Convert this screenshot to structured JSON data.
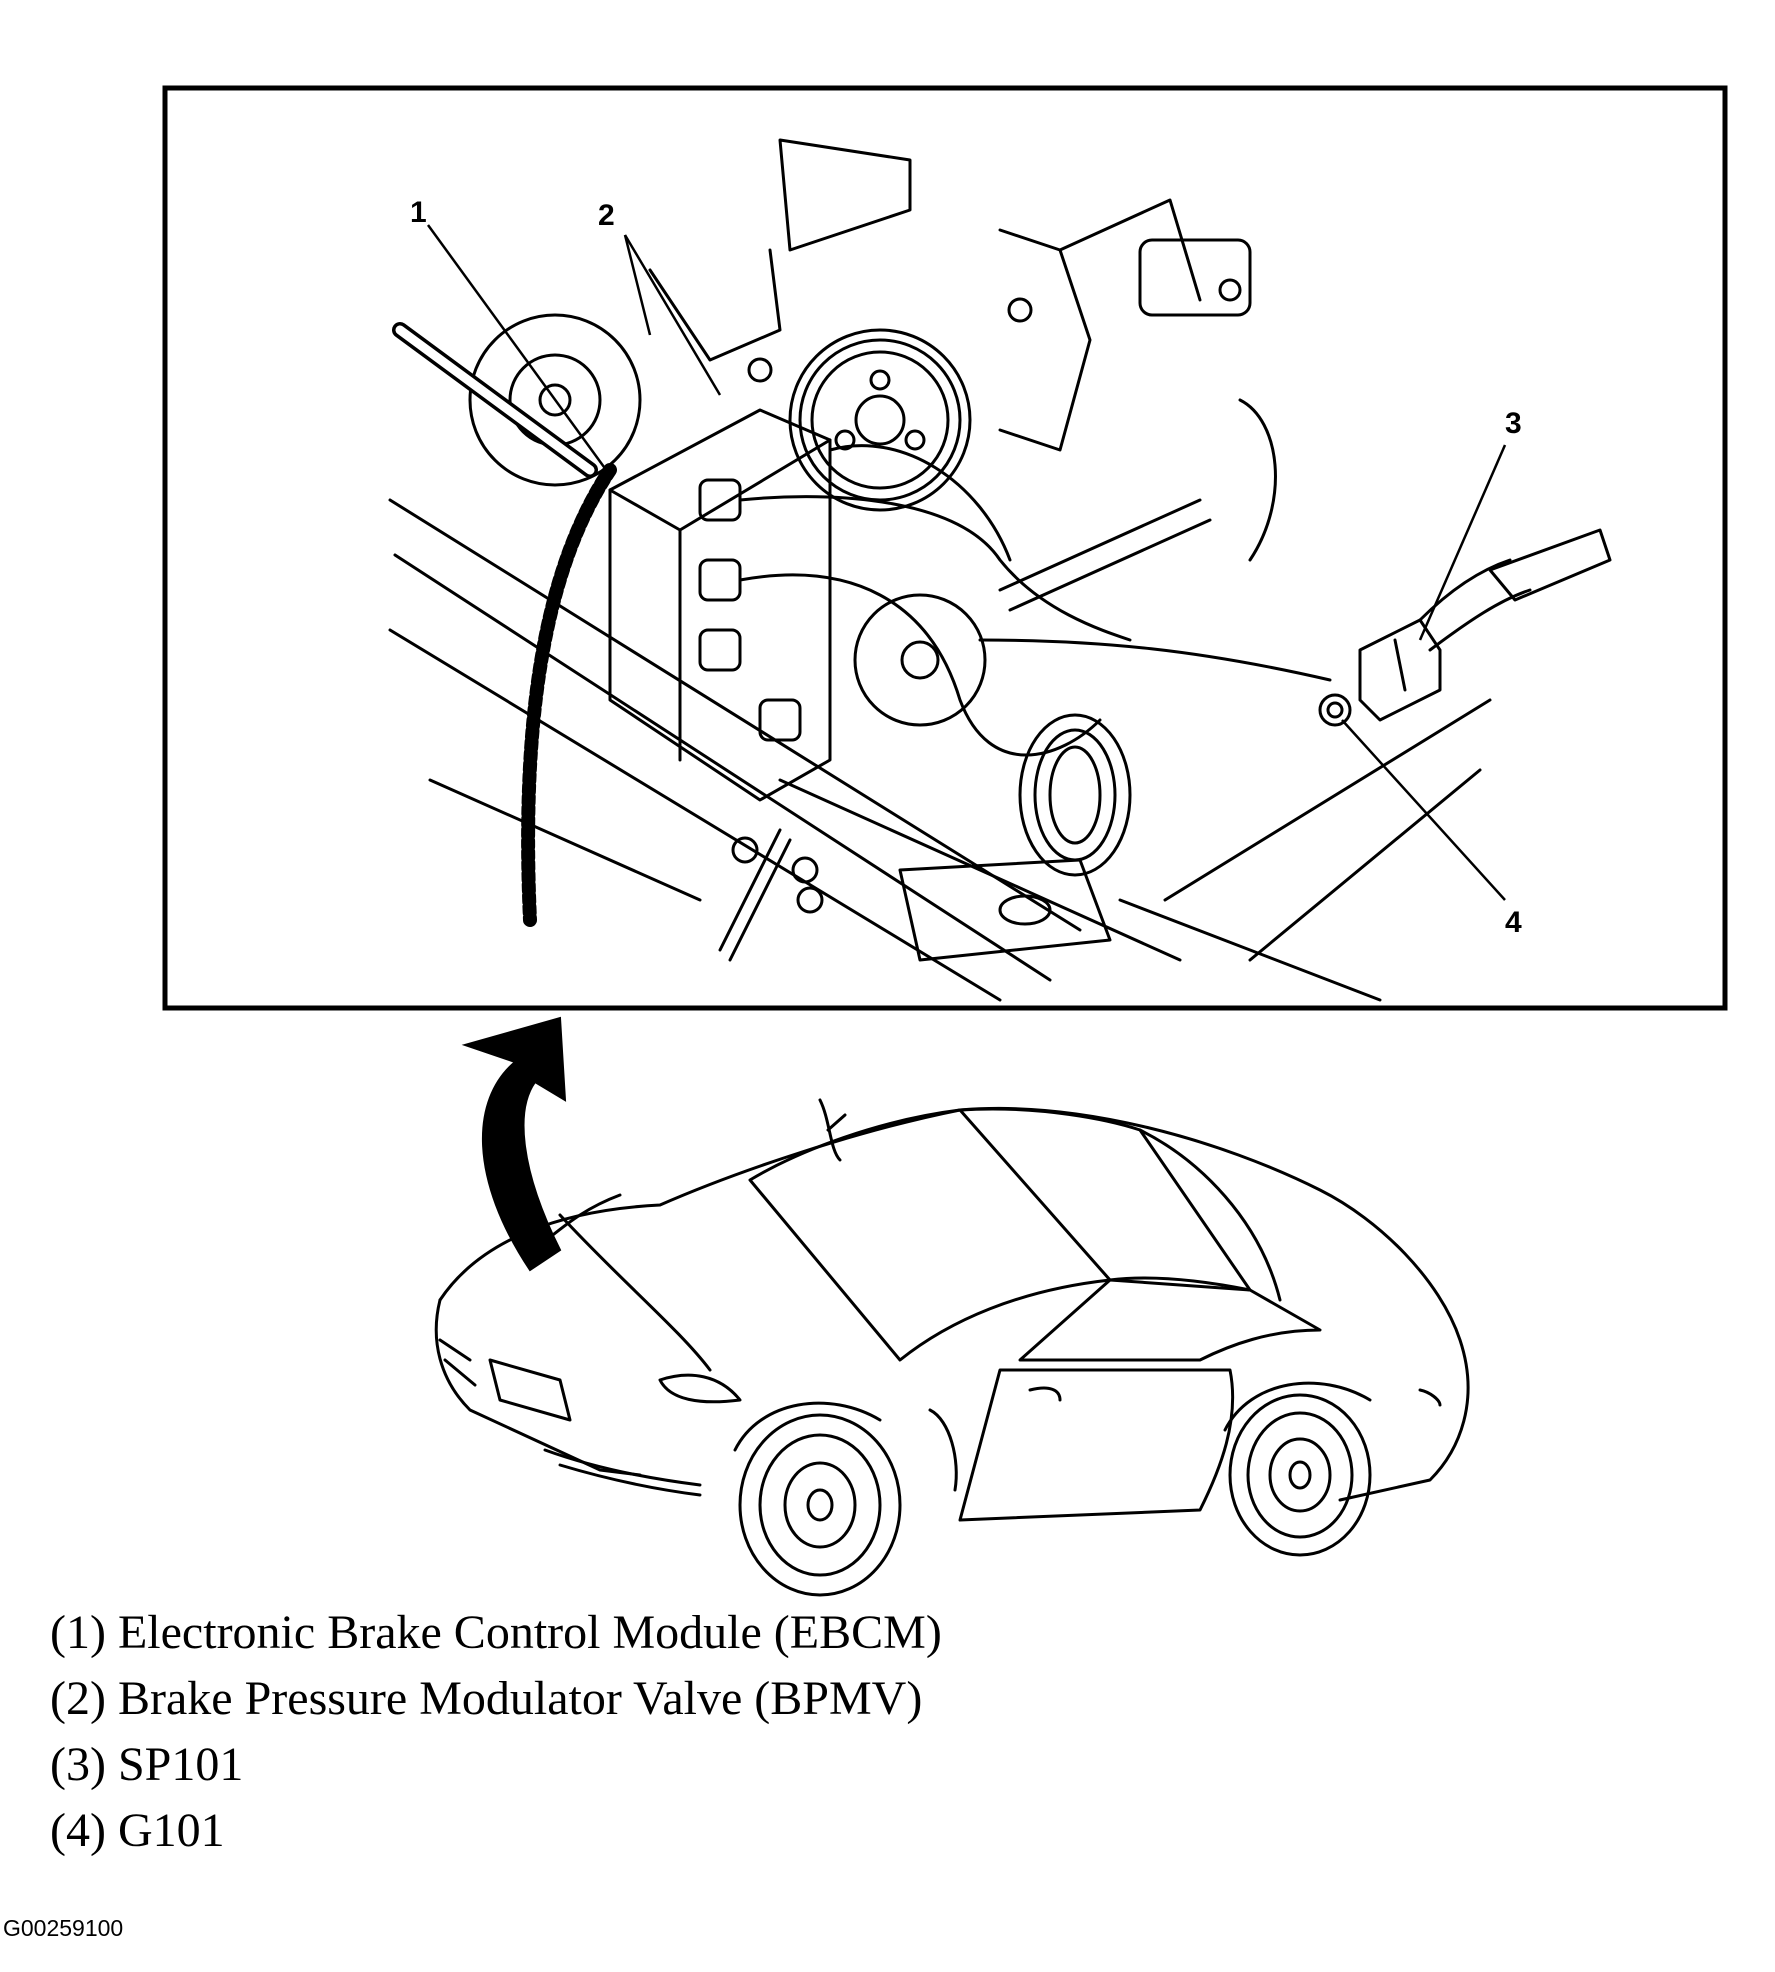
{
  "callouts": {
    "c1": "1",
    "c2": "2",
    "c3": "3",
    "c4": "4"
  },
  "legend": [
    "(1) Electronic Brake Control Module (EBCM)",
    "(2) Brake Pressure Modulator Valve (BPMV)",
    "(3) SP101",
    "(4) G101"
  ],
  "figure_id": "G00259100",
  "colors": {
    "ink": "#000000",
    "paper": "#ffffff"
  }
}
